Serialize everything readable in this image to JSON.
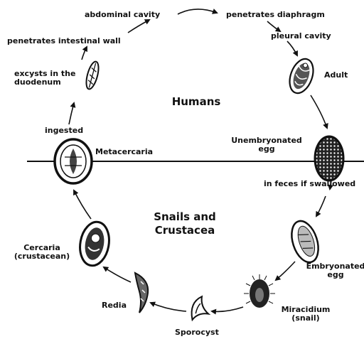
{
  "zones": {
    "humans": "Humans",
    "snails": "Snails and\nCrustacea"
  },
  "stages": {
    "abdominal_cavity": "abdominal cavity",
    "penetrates_diaphragm": "penetrates diaphragm",
    "pleural_cavity": "pleural cavity",
    "adult": "Adult",
    "unembryonated_egg": "Unembryonated\negg",
    "in_feces": "in feces if swallowed",
    "embryonated_egg": "Embryonated\negg",
    "miracidium": "Miracidium\n(snail)",
    "sporocyst": "Sporocyst",
    "redia": "Redia",
    "cercaria": "Cercaria\n(crustacean)",
    "metacercaria": "Metacercaria",
    "ingested": "ingested",
    "excysts": "excysts in the\nduodenum",
    "penetrates_intestinal_wall": "penetrates intestinal wall"
  }
}
